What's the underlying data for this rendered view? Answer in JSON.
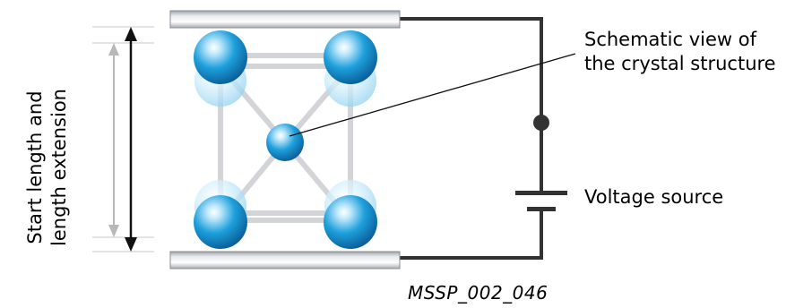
{
  "labels": {
    "crystal_structure_line1": "Schematic view of",
    "crystal_structure_line2": "the crystal structure",
    "voltage_source": "Voltage source",
    "length_line1": "Start length and",
    "length_line2": "length extension",
    "figure_code": "MSSP_002_046"
  },
  "colors": {
    "sphere": "#1b9ad8",
    "sphere_light": "#a8dbf3",
    "plate": "#c9ccd1",
    "wire": "#333333",
    "rod": "#d2d4d8",
    "arrow_light": "#b8b8b8"
  }
}
